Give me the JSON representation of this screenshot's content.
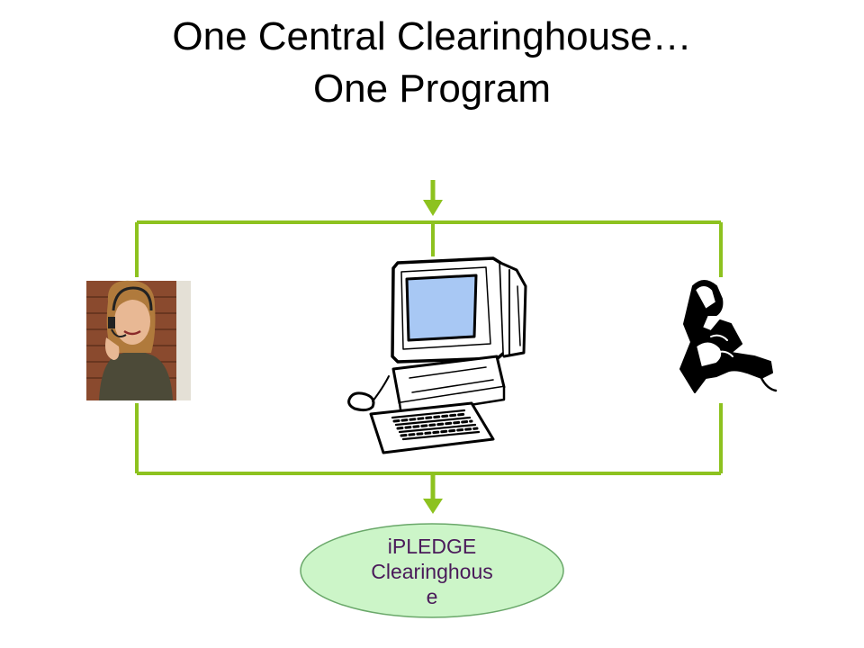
{
  "slide": {
    "title_line1": "One Central Clearinghouse…",
    "title_line2": "One Program"
  },
  "node": {
    "label_line1": "iPLEDGE",
    "label_line2": "Clearinghous",
    "label_line3": "e"
  },
  "colors": {
    "connector": "#8dc21f",
    "ellipse_fill": "#ccf5c8",
    "ellipse_stroke": "#6aa86a",
    "label_text": "#4a1a5a",
    "screen": "#a8c8f4"
  },
  "icons": [
    "operator-photo-icon",
    "computer-icon",
    "telephone-handset-icon"
  ]
}
